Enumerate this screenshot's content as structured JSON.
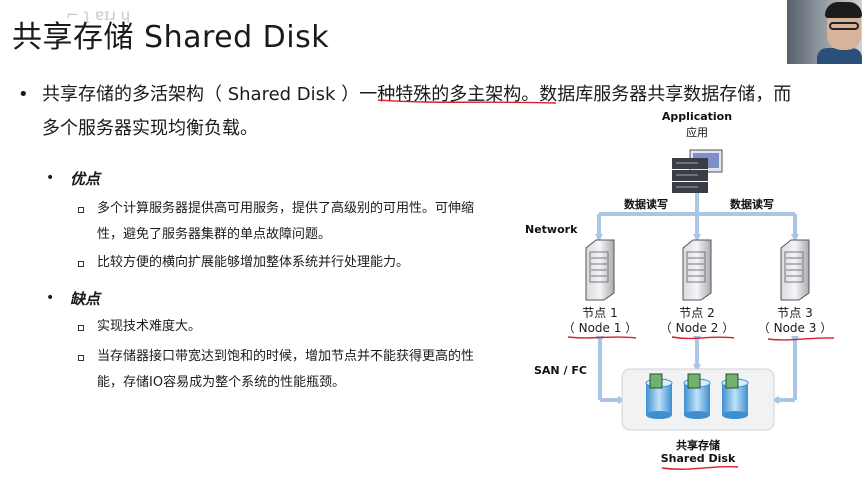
{
  "title": "共享存储 Shared Disk",
  "main_bullet": {
    "line1": "共享存储的多活架构（ Shared  Disk ）一种特殊的多主架构。数据库服务器共享数据存储，而",
    "line2": "多个服务器实现均衡负载。"
  },
  "pros": {
    "heading": "优点",
    "items": [
      "多个计算服务器提供高可用服务，提供了高级别的可用性。可伸缩性，避免了服务器集群的单点故障问题。",
      "比较方便的横向扩展能够增加整体系统并行处理能力。"
    ]
  },
  "cons": {
    "heading": "缺点",
    "items": [
      "实现技术难度大。",
      "当存储器接口带宽达到饱和的时候，增加节点并不能获得更高的性能，存储IO容易成为整个系统的性能瓶颈。"
    ]
  },
  "diagram": {
    "app_label_en": "Application",
    "app_label_cn": "应用",
    "rw_left": "数据读写",
    "rw_right": "数据读写",
    "network": "Network",
    "san": "SAN / FC",
    "nodes": [
      {
        "cn": "节点 1",
        "en": "（ Node 1 ）"
      },
      {
        "cn": "节点 2",
        "en": "（ Node 2 ）"
      },
      {
        "cn": "节点 3",
        "en": "（ Node 3 ）"
      }
    ],
    "storage_cn": "共享存储",
    "storage_en": "Shared Disk"
  },
  "colors": {
    "arrow": "#a9c6e6",
    "annotation": "#d8222a",
    "server": "#8e9197"
  }
}
